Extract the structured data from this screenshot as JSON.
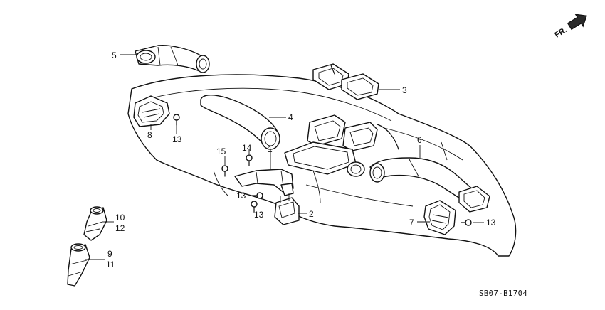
{
  "diagram": {
    "direction_label": "FR.",
    "diagram_code": "SB07-B1704",
    "callouts": [
      "1",
      "2",
      "3",
      "4",
      "5",
      "6",
      "7",
      "8",
      "9",
      "10",
      "11",
      "12",
      "13",
      "14",
      "15"
    ],
    "callout_13_instances": [
      "13",
      "13",
      "13",
      "13"
    ]
  }
}
